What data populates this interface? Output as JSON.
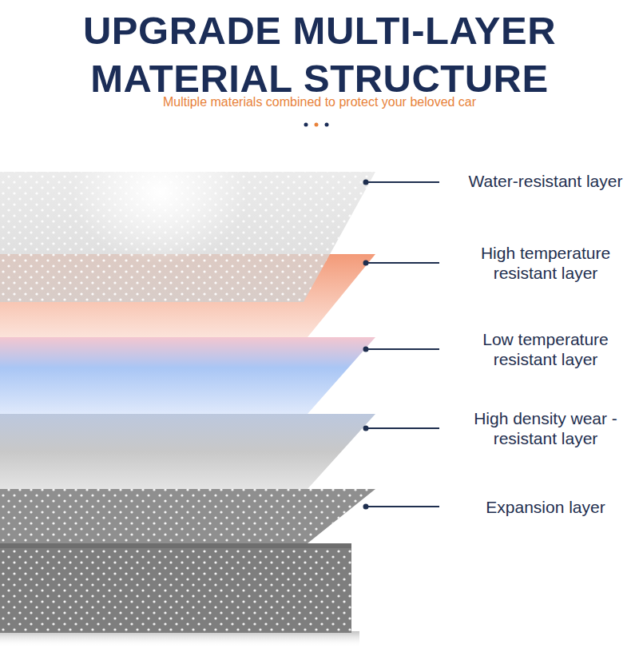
{
  "diagram": {
    "title": "UPGRADE MULTI-LAYER MATERIAL STRUCTURE",
    "caption": "Multiple materials combined to protect your beloved car",
    "labels": [
      "Water-resistant layer",
      "High temperature resistant layer",
      "Low temperature resistant layer",
      "High density wear -resistant layer",
      "Expansion layer"
    ]
  }
}
